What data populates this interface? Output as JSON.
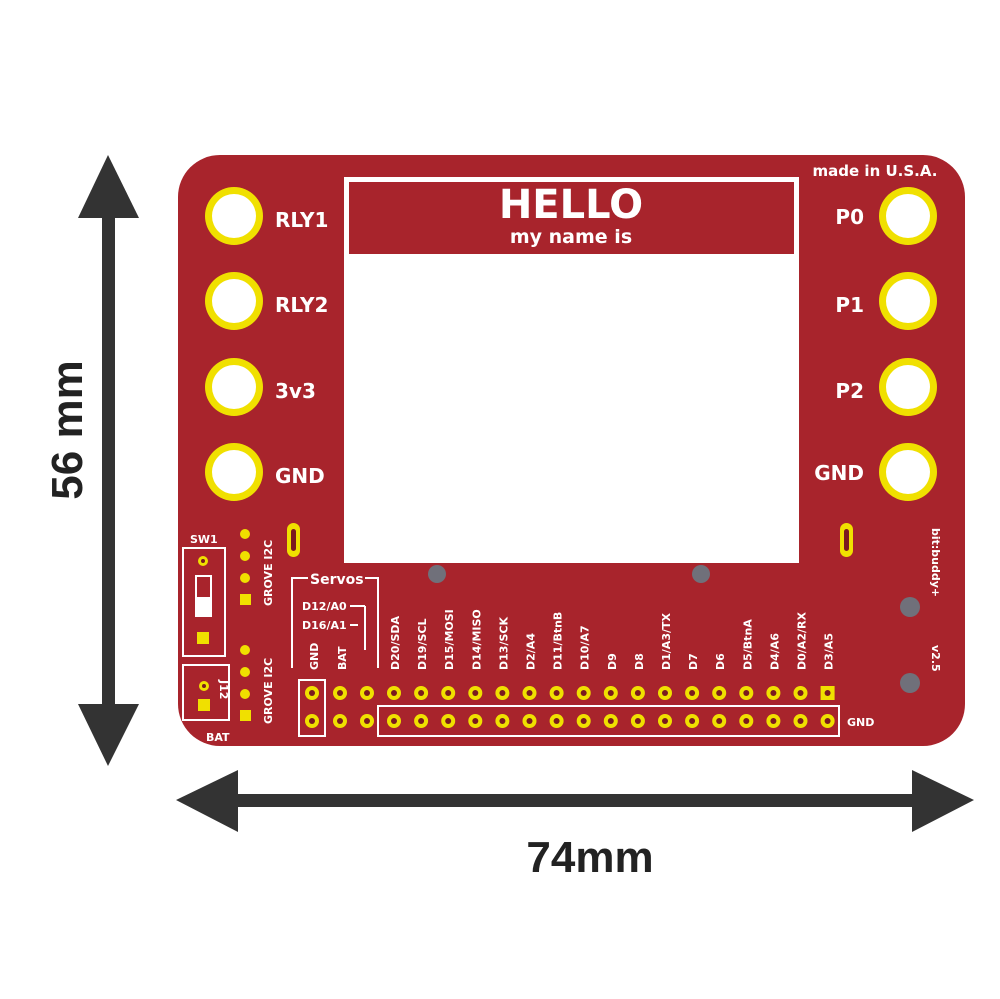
{
  "dimensions": {
    "height_label": "56 mm",
    "width_label": "74mm"
  },
  "board": {
    "brand": "made in U.S.A.",
    "name_tag": {
      "title": "HELLO",
      "subtitle": "my name is"
    },
    "left_pads": [
      "RLY1",
      "RLY2",
      "3v3",
      "GND"
    ],
    "right_pads": [
      "P0",
      "P1",
      "P2",
      "GND"
    ],
    "switch_label": "SW1",
    "grove_top": "GROVE I2C",
    "grove_bottom": "GROVE I2C",
    "battery_connector": "J12",
    "battery_label": "BAT",
    "servos": {
      "title": "Servos",
      "line1": "D12/A0",
      "line2": "D16/A1"
    },
    "header_left": [
      "GND",
      "BAT"
    ],
    "pin_labels": [
      "D20/SDA",
      "D19/SCL",
      "D15/MOSI",
      "D14/MISO",
      "D13/SCK",
      "D2/A4",
      "D11/BtnB",
      "D10/A7",
      "D9",
      "D8",
      "D1/A3/TX",
      "D7",
      "D6",
      "D5/BtnA",
      "D4/A6",
      "D0/A2/RX",
      "D3/A5"
    ],
    "gnd_label": "GND",
    "product": "bit:buddy+",
    "version": "v2.5"
  },
  "colors": {
    "pcb": "#a8242c",
    "copper": "#f0e000",
    "silk": "#ffffff",
    "arrow": "#333333"
  }
}
